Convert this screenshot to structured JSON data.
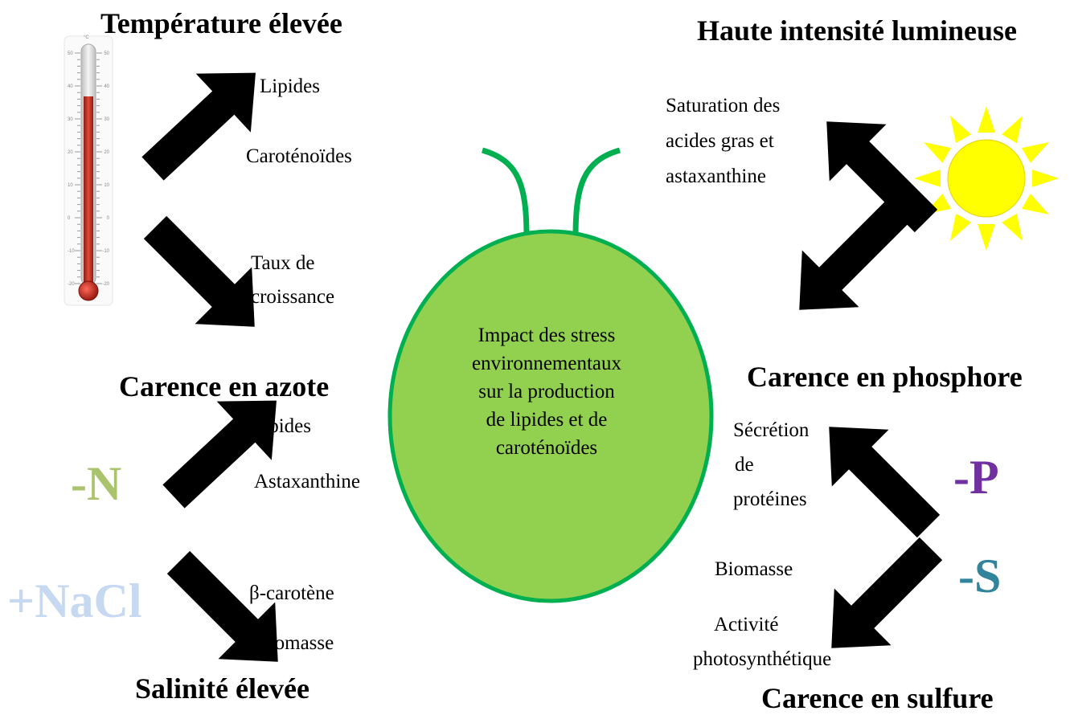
{
  "center": {
    "lines": [
      "Impact des stress",
      "environnementaux",
      "sur la production",
      "de lipides et de",
      "caroténoïdes"
    ],
    "fill_color": "#92d050",
    "stroke_color": "#00b050"
  },
  "temperature": {
    "title": "Température élevée",
    "up": [
      "Lipides",
      "Caroténoïdes"
    ],
    "down": [
      "Taux de",
      "croissance"
    ],
    "icon": "thermometer-icon",
    "scale_unit": "°C",
    "scale_ticks": [
      "50",
      "40",
      "30",
      "20",
      "10",
      "0",
      "-10",
      "-20"
    ],
    "mercury_color": "#c0392b"
  },
  "light": {
    "title": "Haute intensité lumineuse",
    "up": [
      "Saturation des",
      "acides gras et",
      "astaxanthine"
    ],
    "icon": "sun-icon",
    "sun_color": "#ffff00"
  },
  "nitrogen": {
    "title": "Carence en azote",
    "symbol": "-N",
    "symbol_color": "#a9c46c",
    "up": [
      "Lipides",
      "Astaxanthine"
    ]
  },
  "salinity": {
    "title": "Salinité élevée",
    "symbol": "+NaCl",
    "symbol_color": "#c6d9f1",
    "down": [
      "β-carotène",
      "Biomasse"
    ]
  },
  "phosphorus": {
    "title": "Carence en phosphore",
    "symbol": "-P",
    "symbol_color": "#7030a0",
    "up": [
      "Sécrétion",
      "de",
      "protéines"
    ]
  },
  "sulfur": {
    "title": "Carence en sulfure",
    "symbol": "-S",
    "symbol_color": "#31849b",
    "down_biomass": "Biomasse",
    "down": [
      "Activité",
      "photosynthétique"
    ]
  }
}
